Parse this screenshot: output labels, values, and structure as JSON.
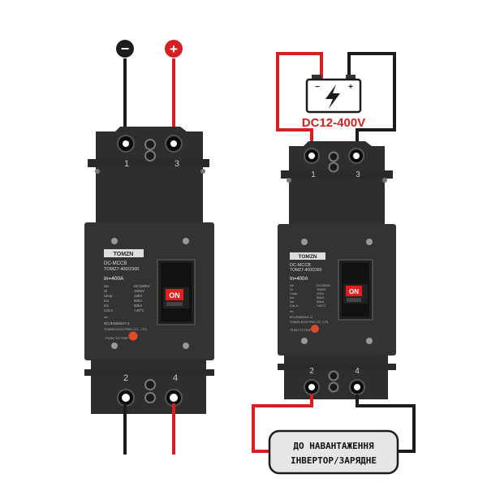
{
  "left_breaker": {
    "terminal_top_1": "1",
    "terminal_top_3": "3",
    "terminal_bottom_2": "2",
    "terminal_bottom_4": "4",
    "brand": "TOMZN",
    "model_line1": "DC-MCCB",
    "model_line2": "TOMZ7-400/2300",
    "rating": "In=400A",
    "spec_labels": [
      "Ue",
      "Ui",
      "Uimp",
      "Icu",
      "Ics",
      "Cat.A"
    ],
    "spec_values": [
      "DC1500V",
      "1500V",
      "12kV",
      "50kA",
      "50kA",
      "+40°C"
    ],
    "standard": "IEC/EN60947-2",
    "maker": "TOMZN ELECTRIC CO., LTD.",
    "push_to_trip": "PUSH TO TRIP",
    "switch_label": "ON"
  },
  "right_breaker": {
    "terminal_top_1": "1",
    "terminal_top_3": "3",
    "terminal_bottom_2": "2",
    "terminal_bottom_4": "4",
    "brand": "TOMZN",
    "model_line1": "DC-MCCB",
    "model_line2": "TOMZ7-400/2300",
    "rating": "In=400A",
    "spec_labels": [
      "Ue",
      "Ui",
      "Uimp",
      "Icu",
      "Ics",
      "Cat.A"
    ],
    "spec_values": [
      "DC1500V",
      "1500V",
      "12kV",
      "50kA",
      "50kA",
      "+40°C"
    ],
    "standard": "IEC/EN60947-2",
    "maker": "TOMZN ELECTRIC CO., LTD.",
    "push_to_trip": "PUSH TO TRIP",
    "switch_label": "ON"
  },
  "polarity": {
    "negative": "−",
    "positive": "+"
  },
  "battery": {
    "minus": "−",
    "plus": "+",
    "voltage_label": "DC12-400V"
  },
  "load_label": {
    "line1": "ДО НАВАНТАЖЕННЯ",
    "line2": "ІНВЕРТОР/ЗАРЯДНЕ"
  },
  "colors": {
    "red_wire": "#d42020",
    "black_wire": "#1c1c1c",
    "breaker_body": "#2e2e2e",
    "switch_red": "#e02020",
    "voltage_text": "#d42020",
    "load_box": "#e6e6e6"
  }
}
